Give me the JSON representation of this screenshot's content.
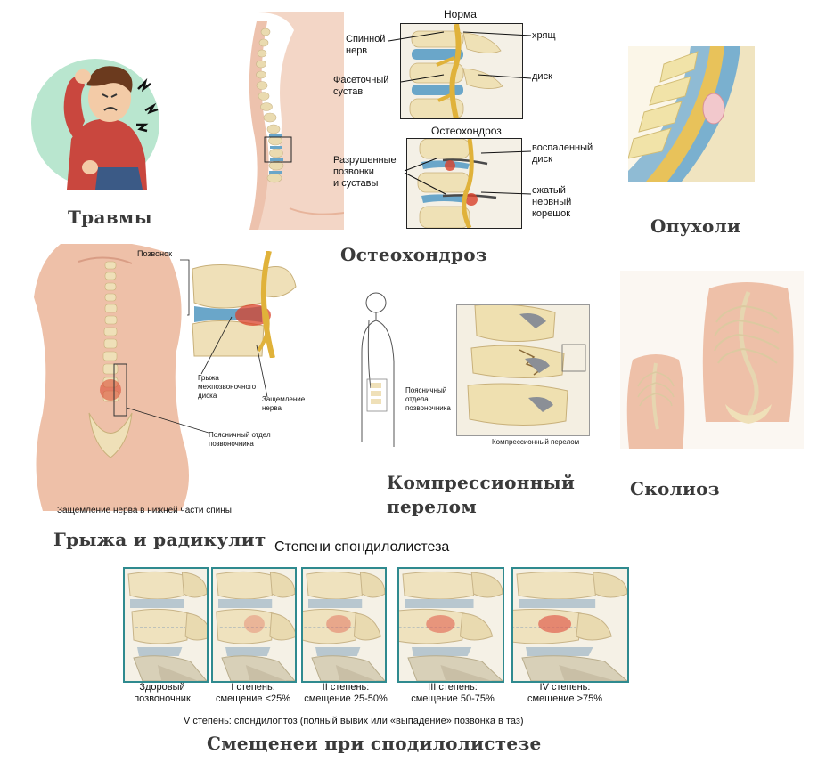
{
  "panels": {
    "trauma": {
      "caption": "Травмы"
    },
    "osteochondrosis": {
      "caption": "Остеохондроз",
      "norm_title": "Норма",
      "osteo_title": "Остеохондроз",
      "label_spinal_nerve": "Спинной\nнерв",
      "label_facet": "Фасеточный\nсустав",
      "label_cartilage": "хрящ",
      "label_disc": "диск",
      "label_destroyed": "Разрушенные\nпозвонки\nи суставы",
      "label_inflamed": "воспаленный\nдиск",
      "label_compressed": "сжатый\nнервный\nкорешок"
    },
    "tumors": {
      "caption": "Опухоли"
    },
    "hernia": {
      "caption": "Грыжа и радикулит",
      "label_vertebra": "Позвонок",
      "label_hernia": "Грыжа\nмежпозвоночного\nдиска",
      "label_pinch": "Защемление\nнерва",
      "label_lumbar": "Поясничный отдел\nпозвоночника",
      "label_bottom": "Защемление нерва в нижней части спины"
    },
    "compression": {
      "caption_line1": "Компрессионный",
      "caption_line2": "перелом",
      "label_lumbar": "Поясничный\nотдела\nпозвоночника",
      "label_fracture": "Компрессионный перелом"
    },
    "scoliosis": {
      "caption": "Сколиоз"
    },
    "spondylolisthesis": {
      "title": "Степени спондилолистеза",
      "grades": [
        {
          "label": "Здоровый\nпозвоночник",
          "shift": 0
        },
        {
          "label": "I степень:\nсмещение <25%",
          "shift": 0.15
        },
        {
          "label": "II степень:\nсмещение 25-50%",
          "shift": 0.38
        },
        {
          "label": "III степень:\nсмещение 50-75%",
          "shift": 0.62
        },
        {
          "label": "IV степень:\nсмещение >75%",
          "shift": 0.85
        }
      ],
      "note": "V степень: спондилоптоз (полный вывих или «выпадение» позвонка в таз)",
      "caption": "Смещенеи при сподилолистезе"
    }
  },
  "colors": {
    "caption": "#3a3a3a",
    "bone": "#efe1b6",
    "disc_blue": "#6aa6c9",
    "nerve": "#e0b23a",
    "skin": "#e9b9a1",
    "inflammation": "#d9412a",
    "panel_border": "#2f8a8f"
  }
}
